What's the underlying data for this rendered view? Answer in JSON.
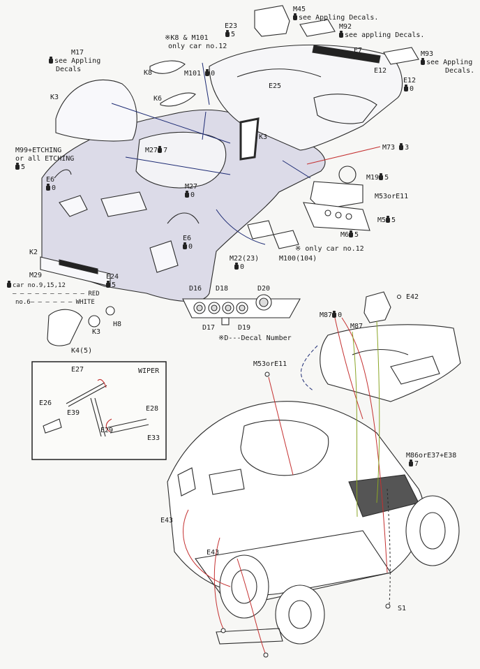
{
  "labels": {
    "m45": "M45",
    "m45_note": "see Appling Decals.",
    "e23": "E23",
    "e23_qty": "5",
    "m92": "M92",
    "m92_note": "see appling Decals.",
    "k8_note1": "※K8 & M101",
    "k8_note2": "only car no.12",
    "e7": "E7",
    "m93": "M93",
    "m93_note1": "see Appling",
    "m93_note2": "Decals.",
    "m17": "M17",
    "m17_note1": "see Appling",
    "m17_note2": "Decals",
    "k8": "K8",
    "m101": "M101",
    "m101_qty": "0",
    "e12a": "E12",
    "e12b": "E12",
    "e12b_qty": "0",
    "k3_top": "K3",
    "k6": "K6",
    "e25": "E25",
    "k3_mid": "K3",
    "m99_1": "M99+ETCHING",
    "m99_2": "or all ETCHING",
    "m99_qty": "5",
    "m27a": "M27",
    "m27a_qty": "7",
    "m73": "M73",
    "m73_qty": "3",
    "e6a": "E6",
    "e6a_qty": "0",
    "m27b": "M27",
    "m27b_qty": "0",
    "m19": "M19",
    "m19_qty": "5",
    "m53_top": "M53orE11",
    "m5": "M5",
    "m5_qty": "5",
    "m6": "M6",
    "m6_qty": "5",
    "e6b": "E6",
    "e6b_qty": "0",
    "k2": "K2",
    "only12": "※ only car no.12",
    "m22": "M22(23)",
    "m22_qty": "0",
    "m100": "M100(104)",
    "m29": "M29",
    "e24": "E24",
    "e24_qty": "5",
    "car_no": "car no.9,15,12",
    "red": "RED",
    "no6": "no.6",
    "white": "WHITE",
    "d16": "D16",
    "d18": "D18",
    "d20": "D20",
    "d17": "D17",
    "d19": "D19",
    "decal_note": "※D---Decal Number",
    "h8": "H8",
    "k3_bot": "K3",
    "k4": "K4(5)",
    "e42": "E42",
    "m87a": "M87",
    "m87a_qty": "0",
    "m87b": "M87",
    "wiper": "WIPER",
    "e27": "E27",
    "e26": "E26",
    "e39": "E39",
    "e28": "E28",
    "e29": "E29",
    "e33": "E33",
    "m53_bot": "M53orE11",
    "m86_1": "M86orE37+E38",
    "m86_qty": "7",
    "e43a": "E43",
    "e43b": "E43",
    "s1": "S1"
  }
}
